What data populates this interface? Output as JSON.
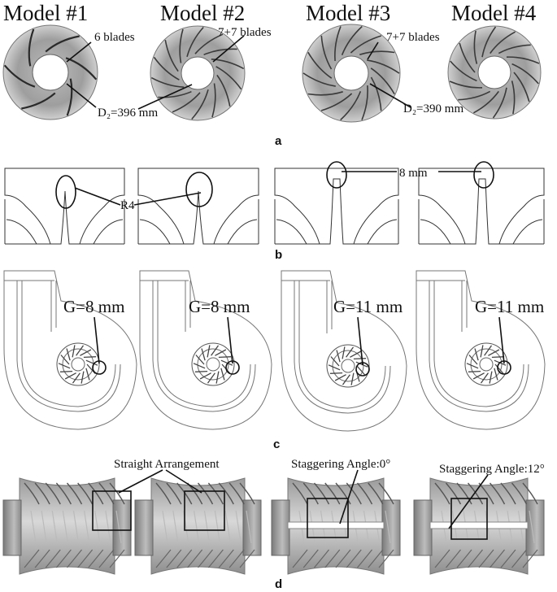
{
  "row_a": {
    "models": [
      "Model #1",
      "Model #2",
      "Model #3",
      "Model #4"
    ],
    "annotations": {
      "m1_blades": "6 blades",
      "m1_diameter": "D₂=396 mm",
      "m2_blades": "7+7 blades",
      "m3_blades": "7+7 blades",
      "m4_diameter": "D₂=390 mm"
    },
    "panel_label": "a"
  },
  "row_b": {
    "annotations": {
      "fillet": "R4",
      "thickness": "8 mm"
    },
    "panel_label": "b"
  },
  "row_c": {
    "gaps": [
      "G=8 mm",
      "G=8 mm",
      "G=11 mm",
      "G=11 mm"
    ],
    "panel_label": "c"
  },
  "row_d": {
    "annotations": {
      "straight": "Straight  Arrangement",
      "stagger0": "Staggering  Angle:0°",
      "stagger12": "Staggering  Angle:12°"
    },
    "panel_label": "d"
  },
  "colors": {
    "impeller_face": "#a9a9a9",
    "impeller_light": "#d9d9d9",
    "line": "#111111"
  }
}
